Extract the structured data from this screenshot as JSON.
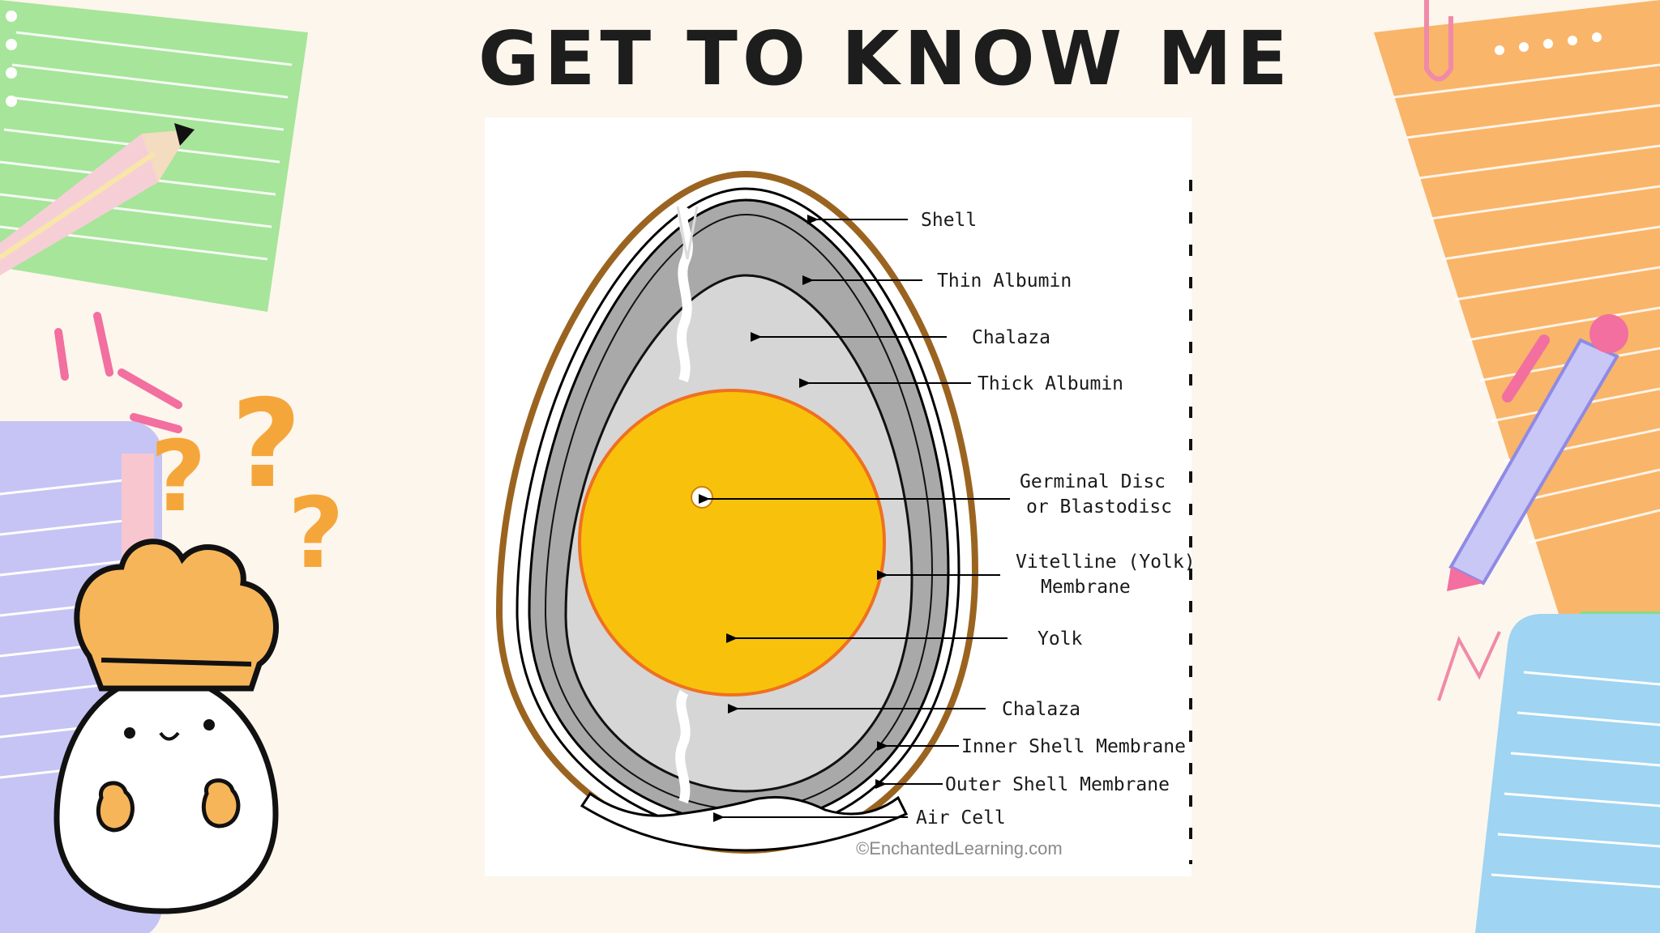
{
  "slide": {
    "title": "GET TO KNOW ME"
  },
  "diagram": {
    "labels": {
      "shell": "Shell",
      "thin_albumin": "Thin Albumin",
      "chalaza_top": "Chalaza",
      "thick_albumin": "Thick Albumin",
      "germinal_disc_line1": "Germinal Disc",
      "germinal_disc_line2": "or Blastodisc",
      "vitelline_line1": "Vitelline (Yolk)",
      "vitelline_line2": "Membrane",
      "yolk": "Yolk",
      "chalaza_bottom": "Chalaza",
      "inner_shell_membrane": "Inner Shell Membrane",
      "outer_shell_membrane": "Outer Shell Membrane",
      "air_cell": "Air Cell"
    },
    "credit": "©EnchantedLearning.com",
    "colors": {
      "shell": "#9a6420",
      "thin_albumin": "#a9a9a9",
      "thick_albumin": "#d6d6d6",
      "yolk": "#f8c20c",
      "yolk_rim": "#f07020"
    }
  }
}
